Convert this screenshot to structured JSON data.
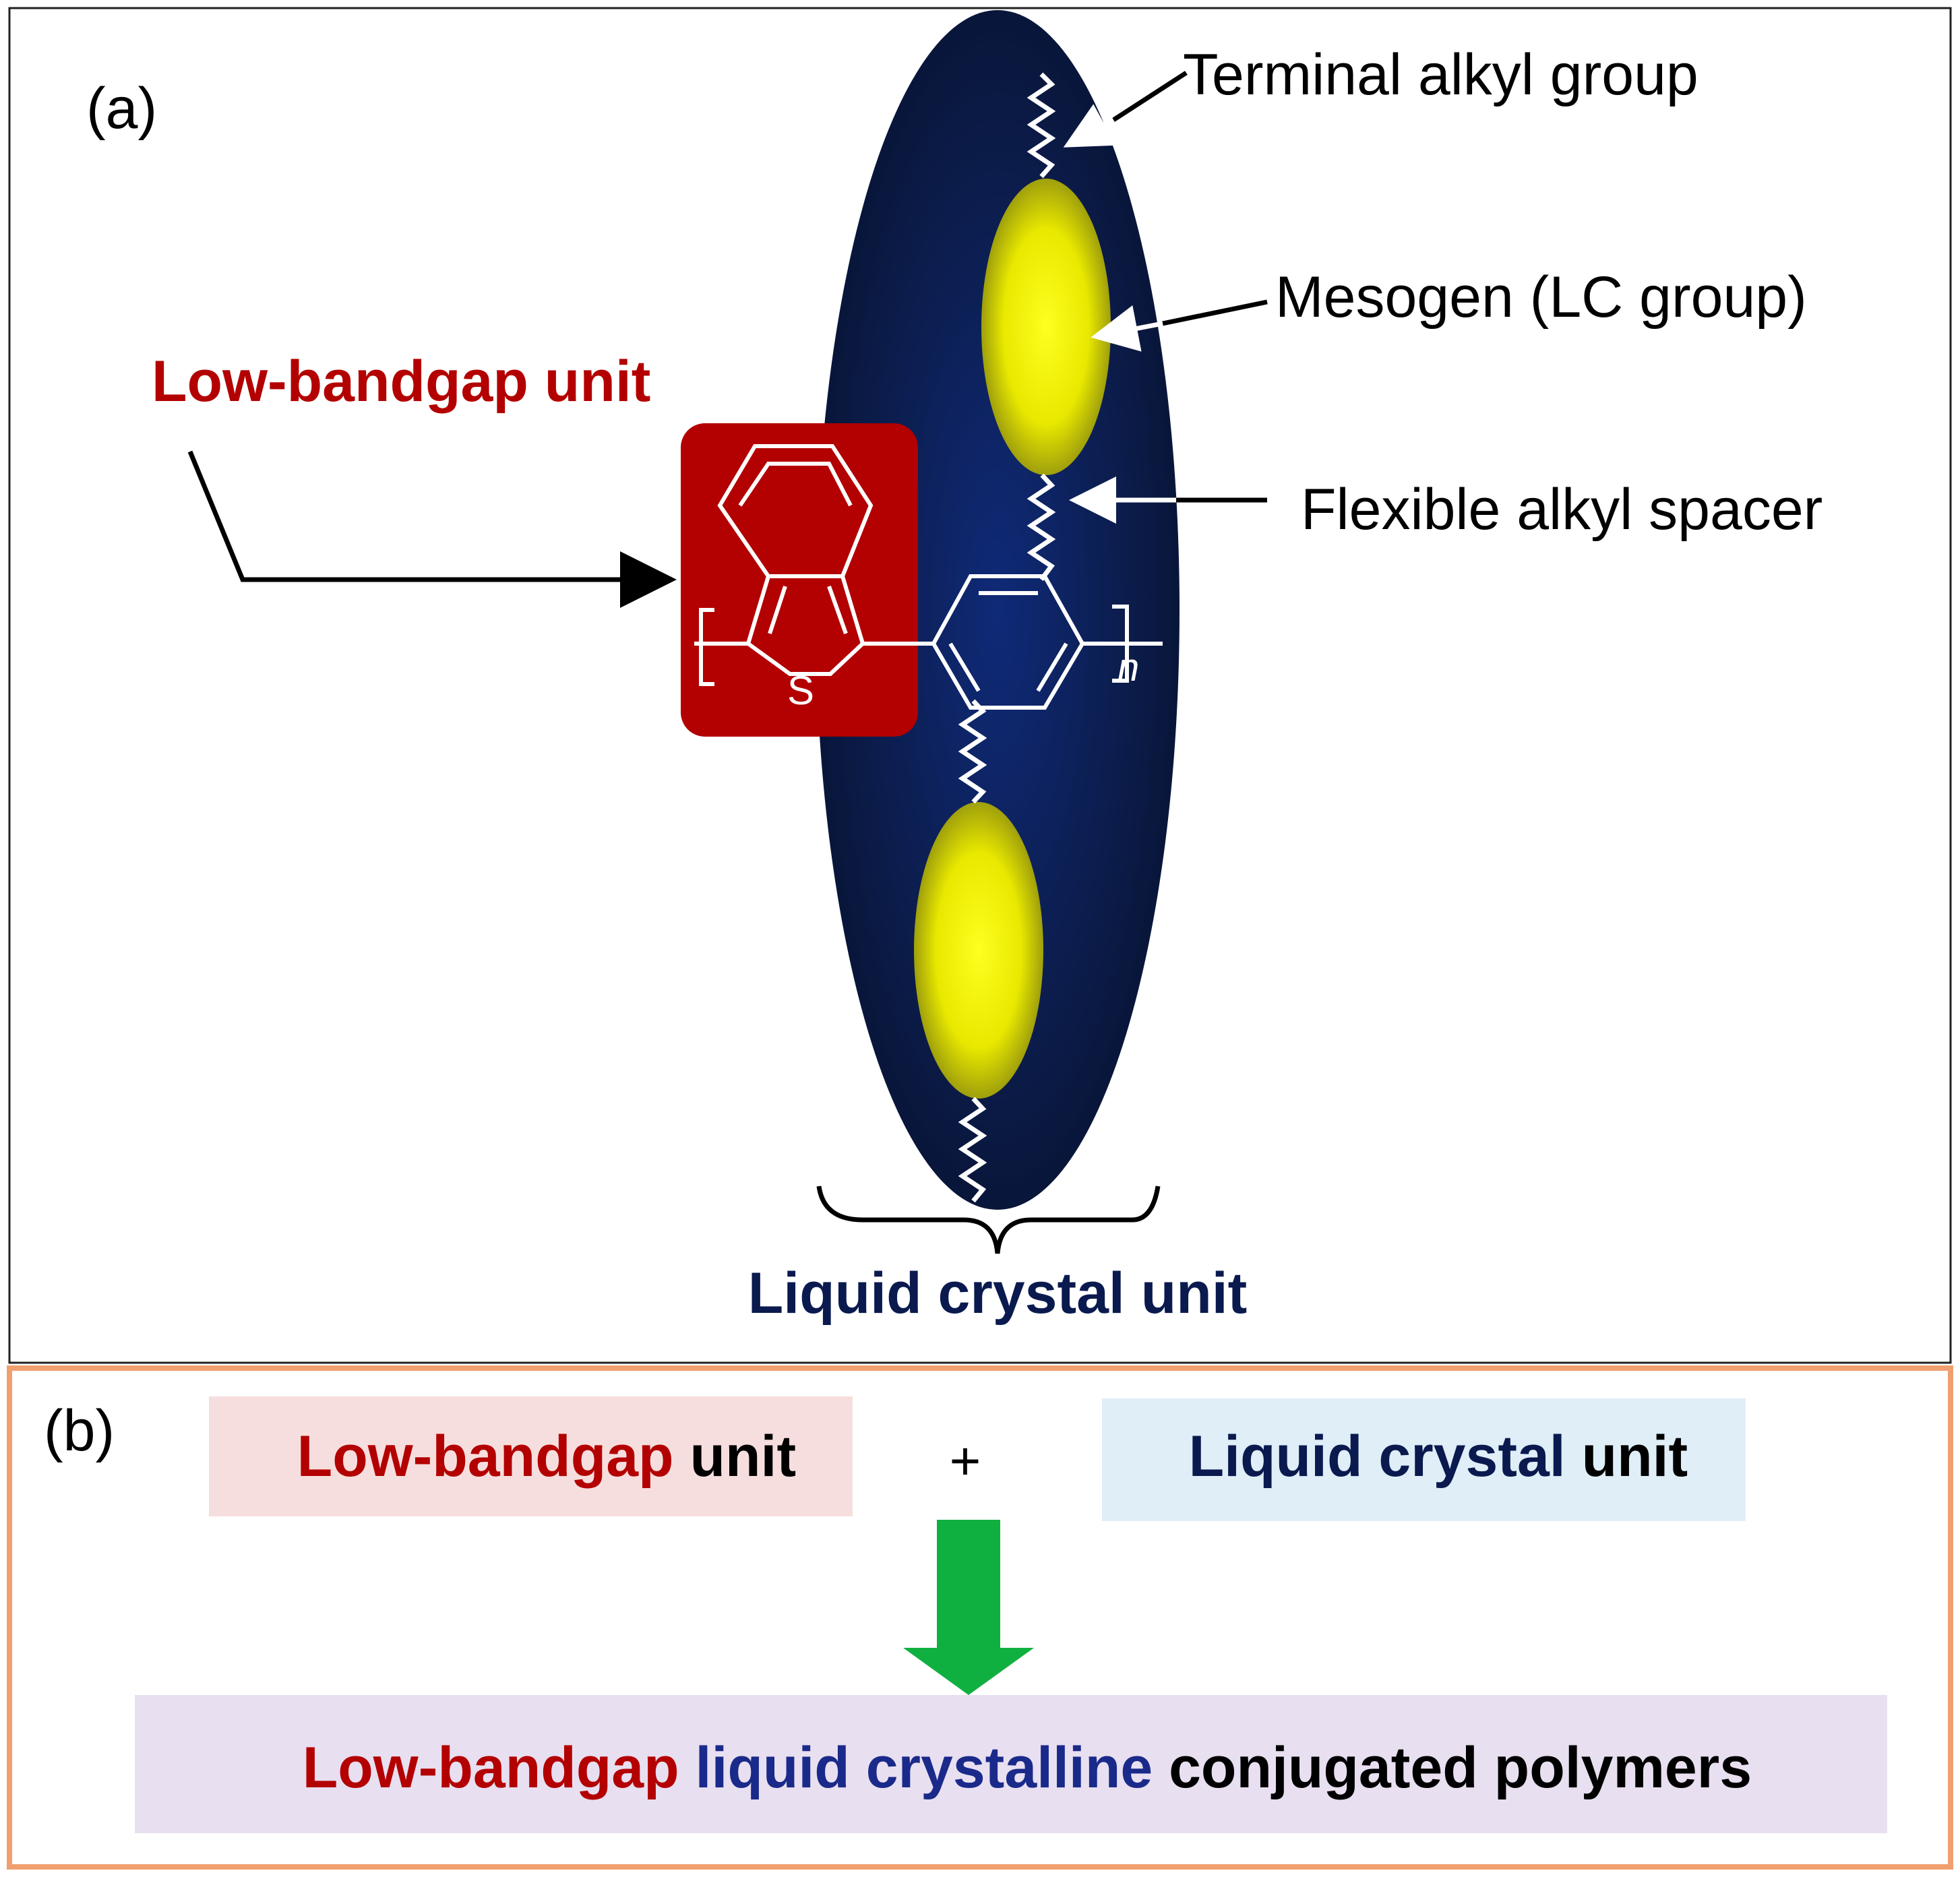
{
  "panel_a": {
    "label": "(a)",
    "terminal_alkyl_label": "Terminal alkyl group",
    "mesogen_label": "Mesogen (LC group)",
    "flexible_spacer_label": "Flexible alkyl spacer",
    "low_bandgap_label": "Low-bandgap unit",
    "liquid_crystal_label": "Liquid crystal unit",
    "sulfur_atom": "S",
    "repeat_subscript": "n"
  },
  "panel_b": {
    "label": "(b)",
    "box_low": {
      "part1": "Low-bandgap",
      "part2": " unit"
    },
    "plus": "+",
    "box_lc": {
      "part1": "Liquid crystal",
      "part2": " unit"
    },
    "result": {
      "part1": "Low-bandgap",
      "part2": " liquid crystalline",
      "part3": " conjugated polymers"
    }
  },
  "colors": {
    "red": "#b30000",
    "navy": "#0a1a4f",
    "ellipse": "#0b1a44",
    "mesogen": "#f2f200",
    "arrow_green": "#10b040",
    "box_pink": "#f7dede",
    "box_blue": "#dfeef7",
    "box_lavender": "#e8dff0",
    "panel_b_border": "#f0a070"
  }
}
